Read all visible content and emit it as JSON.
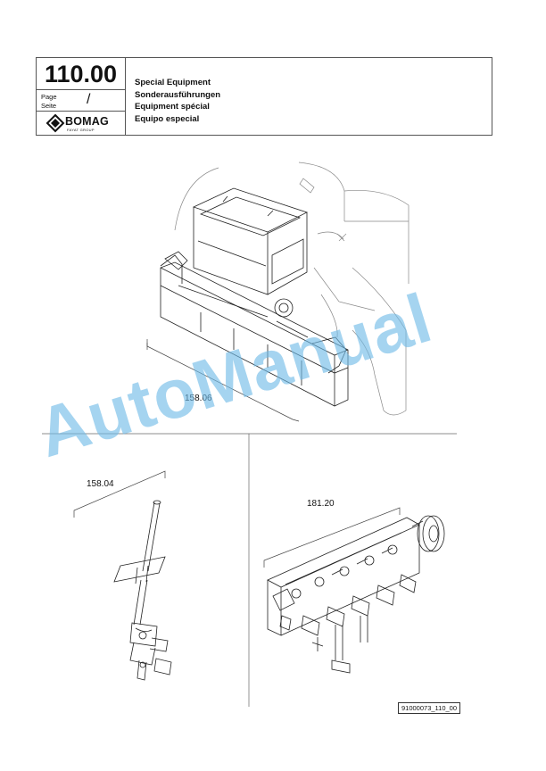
{
  "header": {
    "page_number": "110.00",
    "page_label": "Page",
    "seite_label": "Seite",
    "page_value": "/",
    "brand": "BOMAG",
    "brand_sub": "FAYAT GROUP",
    "titles": [
      "Special Equipment",
      "Sonderausführungen",
      "Equipment spécial",
      "Equipo especial"
    ]
  },
  "callouts": {
    "top": "158.06",
    "left": "158.04",
    "right": "181.20"
  },
  "watermark": "AutoManual",
  "figure_code": "91000073_110_00"
}
